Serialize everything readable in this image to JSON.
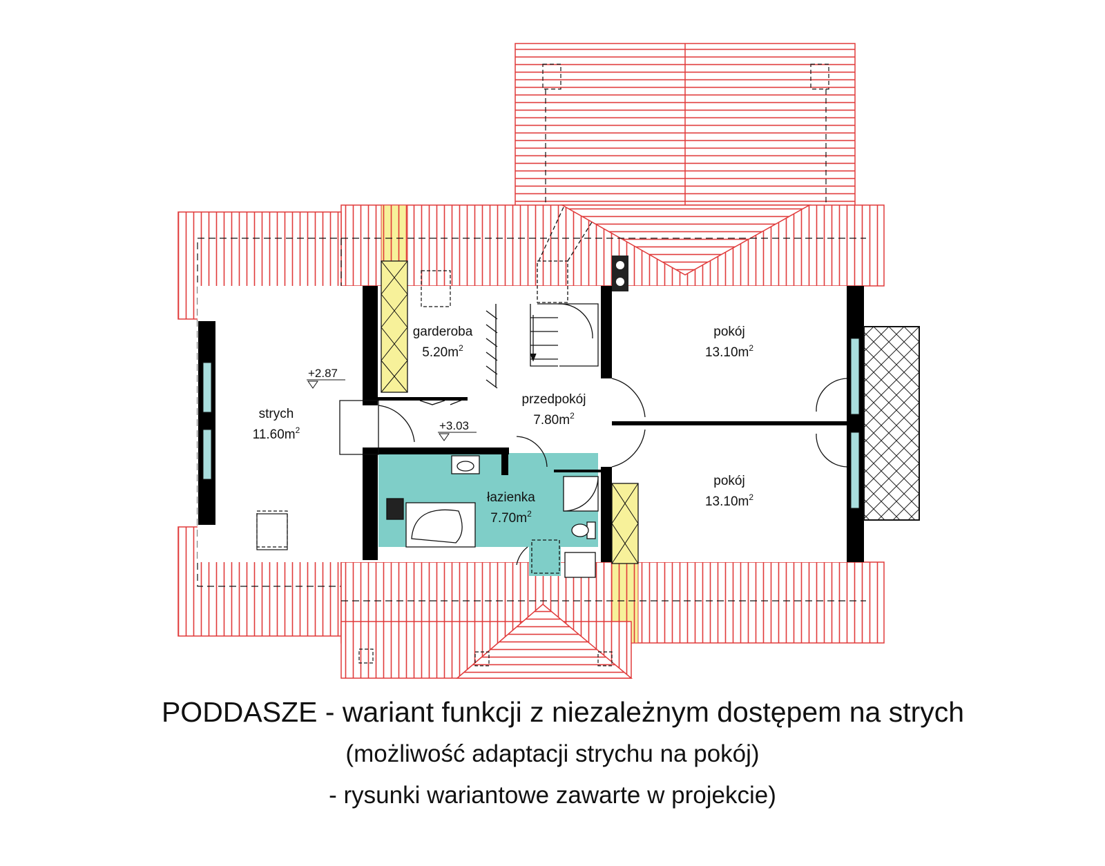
{
  "rooms": {
    "strych": {
      "name": "strych",
      "area_value": "11.60m",
      "area_exp": "2"
    },
    "garderoba": {
      "name": "garderoba",
      "area_value": "5.20m",
      "area_exp": "2"
    },
    "przedpokoj": {
      "name": "przedpokój",
      "area_value": "7.80m",
      "area_exp": "2"
    },
    "lazienka": {
      "name": "łazienka",
      "area_value": "7.70m",
      "area_exp": "2"
    },
    "pokoj_top": {
      "name": "pokój",
      "area_value": "13.10m",
      "area_exp": "2"
    },
    "pokoj_bottom": {
      "name": "pokój",
      "area_value": "13.10m",
      "area_exp": "2"
    }
  },
  "levels": {
    "strych": "+2.87",
    "hall": "+3.03"
  },
  "caption": {
    "title": "PODDASZE - wariant funkcji z niezależnym dostępem na strych",
    "line2": "(możliwość adaptacji strychu na pokój)",
    "line3": "- rysunki wariantowe zawarte w projekcie)"
  },
  "colors": {
    "roof_lines": "#e03a3a",
    "walls": "#000000",
    "bathroom": "#7fcec8",
    "chimney_skylight": "#f7f19a",
    "window_glass": "#a9dede"
  }
}
